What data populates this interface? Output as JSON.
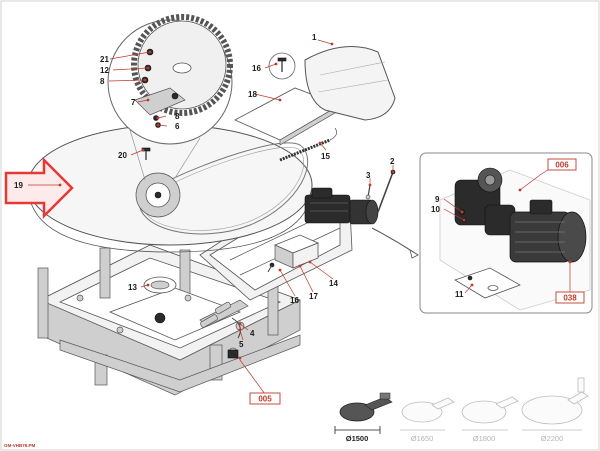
{
  "callouts": {
    "c1": "1",
    "c2": "2",
    "c3": "3",
    "c4": "4",
    "c5": "5",
    "c6": "6",
    "c7": "7",
    "c8": "8",
    "c8b": "8",
    "c9": "9",
    "c10": "10",
    "c11": "11",
    "c12": "12",
    "c13": "13",
    "c14": "14",
    "c15": "15",
    "c16": "16",
    "c16b": "16",
    "c17": "17",
    "c18": "18",
    "c19": "19",
    "c20": "20",
    "c21": "21"
  },
  "boxed_labels": {
    "b005": "005",
    "b006": "006",
    "b038": "038"
  },
  "platform_sizes": {
    "s1": "Ø1500",
    "s2": "Ø1650",
    "s3": "Ø1800",
    "s4": "Ø2200"
  },
  "document_id": "GM-VHB79.PM",
  "colors": {
    "callout_red": "#c0392b",
    "arrow_red": "#e53935",
    "line_grey": "#555555",
    "ghost_grey": "#bdbdbd"
  }
}
